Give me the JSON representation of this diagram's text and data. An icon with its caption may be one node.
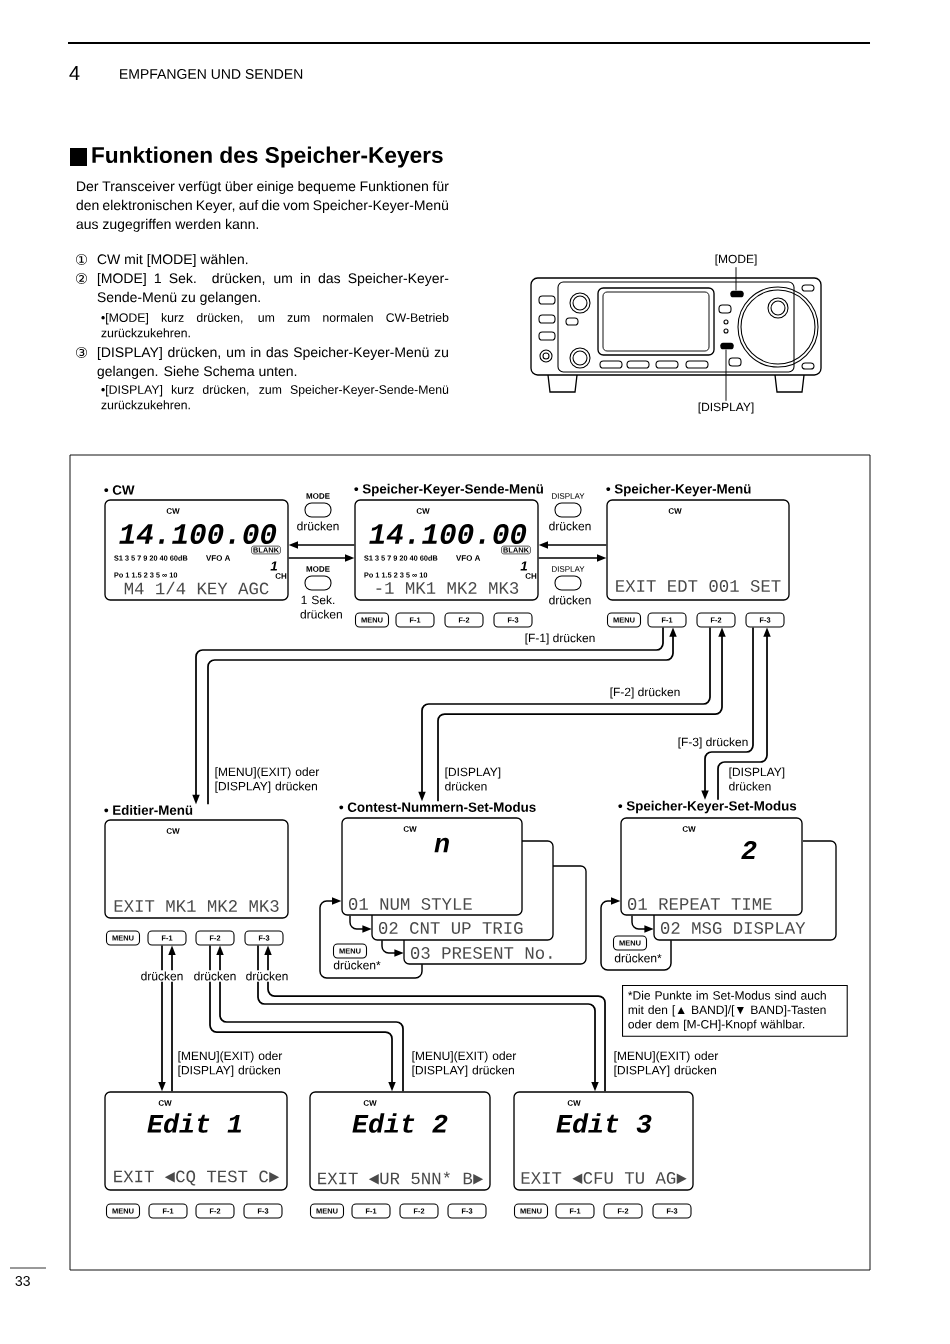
{
  "diagram": {
    "title": "Funktionen des Speicher-Keyers",
    "nodes": [
      {
        "text": [
          "[MODE]"
        ]
      },
      {
        "text": [],
        "shape": "box"
      },
      {
        "text": [],
        "shape": "box"
      },
      {
        "text": [
          "[DISPLAY]"
        ]
      },
      {
        "text": [
          "• CW",
          "CW",
          "14.100.00",
          "S1 3 5 7 9 20 40 60dB",
          "VFO A",
          "Po 1 1.5 2 3 5 ∞ 10",
          "1",
          "CH",
          "M4 1/4 KEY AGC"
        ]
      },
      {
        "text": [
          "BLANK"
        ],
        "in": 4
      },
      {
        "text": [
          "MODE"
        ],
        "beside": [
          "drücken"
        ]
      },
      {
        "text": [
          "MODE"
        ],
        "beside": [
          "1 Sek. drücken"
        ]
      },
      {
        "text": [
          "• Speicher-Keyer-Sende-Menü",
          "CW",
          "14.100.00",
          "S1 3 5 7 9 20 40 60dB",
          "VFO A",
          "Po 1 1.5 2 3 5 ∞ 10",
          "1",
          "CH",
          "-1 MK1 MK2 MK3"
        ]
      },
      {
        "text": [
          "BLANK"
        ],
        "in": 8
      },
      {
        "text": [
          "DISPLAY"
        ],
        "beside": [
          "drücken"
        ]
      },
      {
        "text": [
          "DISPLAY"
        ],
        "beside": [
          "drücken"
        ]
      },
      {
        "text": [
          "• Speicher-Keyer-Menü",
          "CW",
          "EXIT EDT 001 SET"
        ]
      },
      {
        "text": [
          "MENU"
        ]
      },
      {
        "text": [
          "F-1"
        ]
      },
      {
        "text": [
          "F-2"
        ]
      },
      {
        "text": [
          "F-3"
        ]
      },
      {
        "text": [
          "MENU"
        ]
      },
      {
        "text": [
          "F-1"
        ]
      },
      {
        "text": [
          "F-2"
        ]
      },
      {
        "text": [
          "F-3"
        ]
      },
      {
        "text": [
          "• Editier-Menü",
          "CW",
          "EXIT MK1 MK2 MK3"
        ]
      },
      {
        "text": [
          "• Contest-Nummern-Set-Modus",
          "CW",
          "n",
          "01 NUM STYLE"
        ]
      },
      {
        "text": [
          "02 CNT UP TRIG"
        ]
      },
      {
        "text": [
          "03 PRESENT No."
        ]
      },
      {
        "text": [
          "• Speicher-Keyer-Set-Modus",
          "CW",
          "2",
          "01 REPEAT TIME"
        ]
      },
      {
        "text": [
          "02 MSG DISPLAY"
        ]
      },
      {
        "text": [
          "MENU"
        ]
      },
      {
        "text": [
          "F-1"
        ]
      },
      {
        "text": [
          "F-2"
        ]
      },
      {
        "text": [
          "F-3"
        ]
      },
      {
        "text": [
          "MENU"
        ],
        "beside": [
          "drücken*"
        ]
      },
      {
        "text": [
          "MENU"
        ],
        "beside": [
          "drücken*"
        ]
      },
      {
        "text": [
          "*Die Punkte im Set-Modus sind auch mit den [▲ BAND]/[▼ BAND]-Tasten oder dem [M-CH]-Knopf wählbar."
        ]
      },
      {
        "text": [
          "CW",
          "Edit 1",
          "EXIT ◄CQ TEST C►"
        ]
      },
      {
        "text": [
          "CW",
          "Edit 2",
          "EXIT ◄UR 5NN* B►"
        ]
      },
      {
        "text": [
          "CW",
          "Edit 3",
          "EXIT ◄CFU TU AG►"
        ]
      },
      {
        "text": [
          "MENU"
        ]
      },
      {
        "text": [
          "F-1"
        ]
      },
      {
        "text": [
          "F-2"
        ]
      },
      {
        "text": [
          "F-3"
        ]
      },
      {
        "text": [
          "MENU"
        ]
      },
      {
        "text": [
          "F-1"
        ]
      },
      {
        "text": [
          "F-2"
        ]
      },
      {
        "text": [
          "F-3"
        ]
      },
      {
        "text": [
          "MENU"
        ]
      },
      {
        "text": [
          "F-1"
        ]
      },
      {
        "text": [
          "F-2"
        ]
      },
      {
        "text": [
          "F-3"
        ]
      }
    ],
    "edges": [
      {
        "from": 0,
        "to": 1,
        "arrow": "none"
      },
      {
        "from": 3,
        "to": 2,
        "arrow": "none"
      },
      {
        "from": 8,
        "to": 4,
        "arrow": "to"
      },
      {
        "from": 4,
        "to": 8,
        "arrow": "to"
      },
      {
        "from": 12,
        "to": 8,
        "arrow": "to"
      },
      {
        "from": 8,
        "to": 12,
        "arrow": "to"
      },
      {
        "from": 18,
        "to": 21,
        "arrow": "to",
        "label": "[F-1] drücken"
      },
      {
        "from": 21,
        "to": 18,
        "arrow": "to",
        "label": "[MENU](EXIT) oder [DISPLAY] drücken"
      },
      {
        "from": 19,
        "to": 22,
        "arrow": "to",
        "label": "[F-2] drücken"
      },
      {
        "from": 22,
        "to": 19,
        "arrow": "to",
        "label": "[DISPLAY] drücken"
      },
      {
        "from": 20,
        "to": 25,
        "arrow": "to",
        "label": "[F-3] drücken"
      },
      {
        "from": 25,
        "to": 20,
        "arrow": "to",
        "label": "[DISPLAY] drücken"
      },
      {
        "from": 22,
        "to": 23,
        "arrow": "to"
      },
      {
        "from": 23,
        "to": 24,
        "arrow": "to"
      },
      {
        "from": 24,
        "to": 22,
        "arrow": "to"
      },
      {
        "from": 25,
        "to": 26,
        "arrow": "to"
      },
      {
        "from": 26,
        "to": 25,
        "arrow": "to"
      },
      {
        "from": 28,
        "to": 34,
        "arrow": "to",
        "label": "drücken"
      },
      {
        "from": 34,
        "to": 28,
        "arrow": "to",
        "label": "[MENU](EXIT) oder [DISPLAY] drücken"
      },
      {
        "from": 29,
        "to": 35,
        "arrow": "to",
        "label": "drücken"
      },
      {
        "from": 35,
        "to": 29,
        "arrow": "to",
        "label": "[MENU](EXIT) oder [DISPLAY] drücken"
      },
      {
        "from": 30,
        "to": 36,
        "arrow": "to",
        "label": "drücken"
      },
      {
        "from": 36,
        "to": 30,
        "arrow": "to",
        "label": "[MENU](EXIT) oder [DISPLAY] drücken"
      }
    ],
    "labels": [
      "4",
      "EMPFANGEN UND SENDEN",
      "Der Transceiver verfügt über einige bequeme Funktionen für den elektronischen Keyer, auf die vom Speicher-Keyer-Menü aus zugegriffen werden kann.",
      "①",
      "CW mit [MODE] wählen.",
      "②",
      "[MODE] 1 Sek. drücken, um in das Speicher-Keyer-Sende-Menü zu gelangen.",
      "•[MODE] kurz drücken, um zum normalen CW-Betrieb zurückzukehren.",
      "③",
      "[DISPLAY] drücken, um in das Speicher-Keyer-Menü zu gelangen. Siehe Schema unten.",
      "•[DISPLAY] kurz drücken, zum Speicher-Keyer-Sende-Menü zurückzukehren.",
      "33"
    ]
  }
}
